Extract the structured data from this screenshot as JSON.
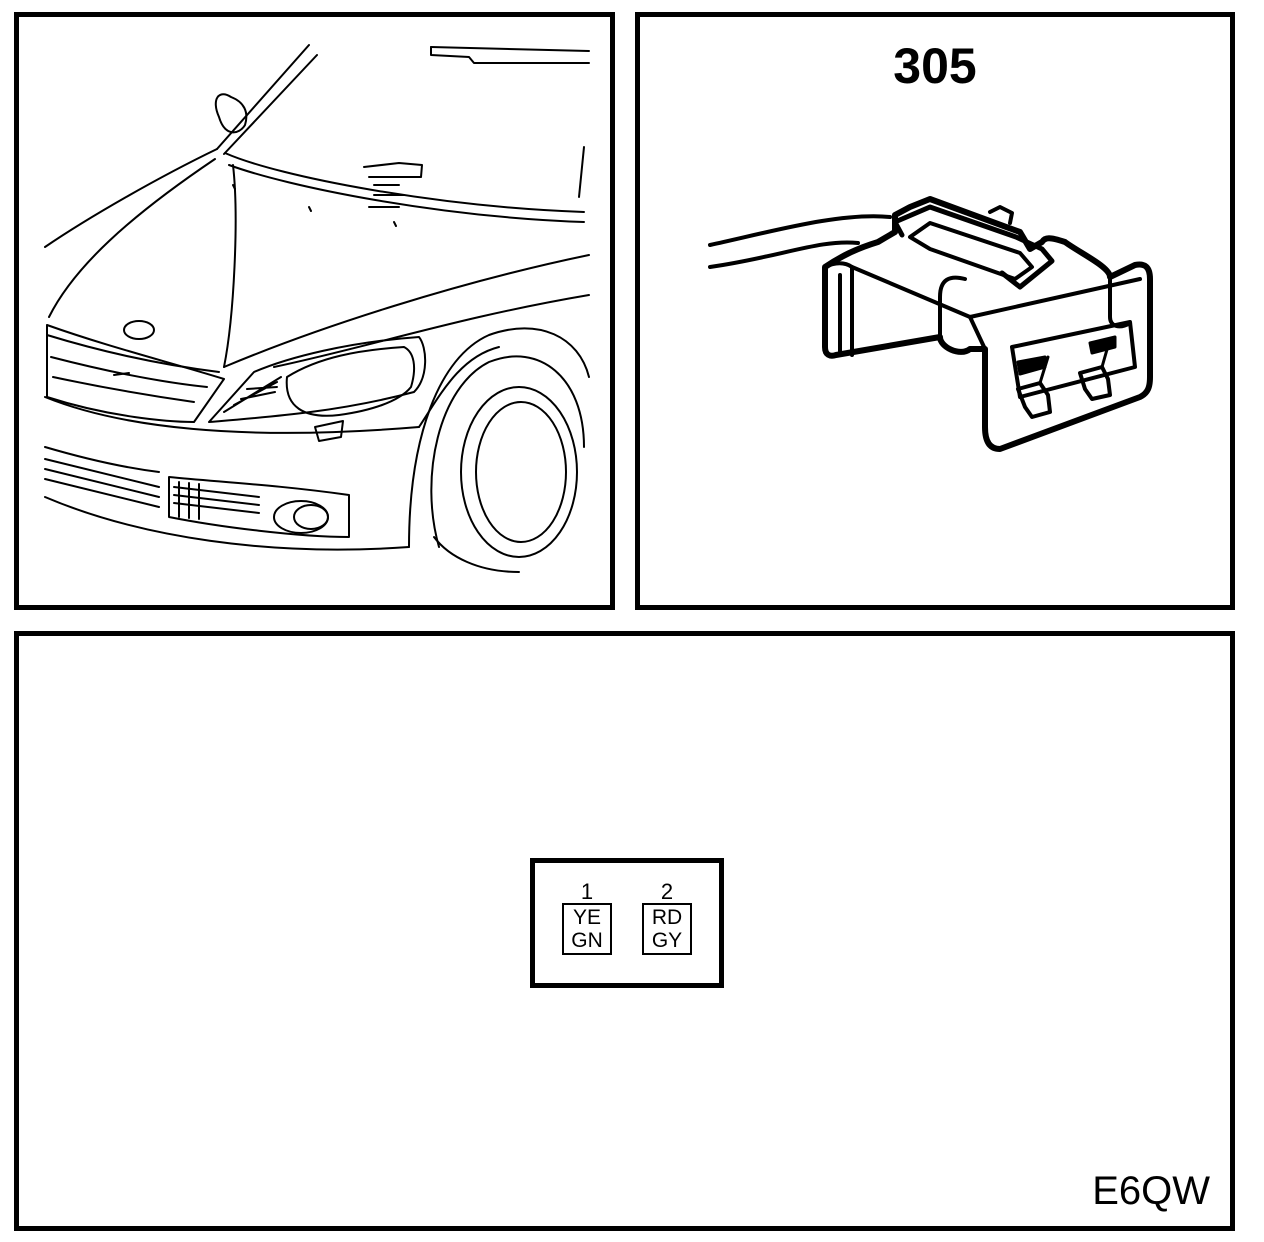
{
  "connector": {
    "number": "305",
    "reference_code": "E6QW",
    "pins": [
      {
        "number": "1",
        "wire_color_1": "YE",
        "wire_color_2": "GN"
      },
      {
        "number": "2",
        "wire_color_1": "RD",
        "wire_color_2": "GY"
      }
    ]
  }
}
